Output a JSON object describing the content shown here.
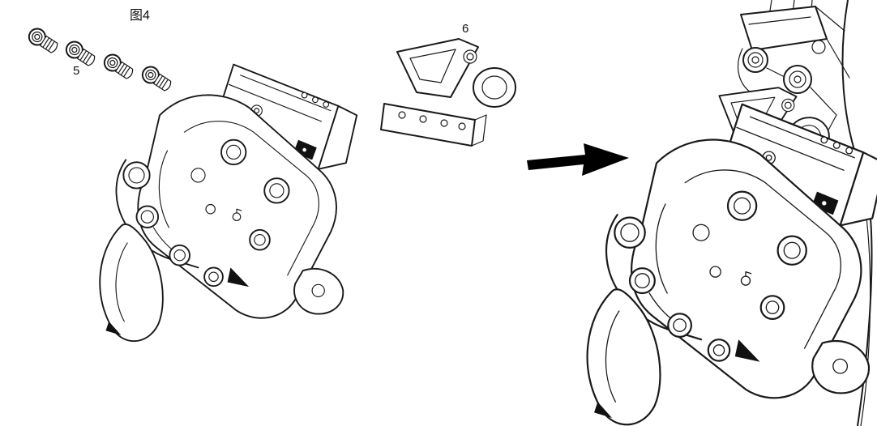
{
  "figure": {
    "title": "图4"
  },
  "labels": {
    "screws": "5",
    "bracket": "6"
  },
  "icons": {
    "assembly_arrow": "right-arrow",
    "screws": "socket-head-screw",
    "bracket": "clamp-bracket",
    "gripper": "robot-gripper"
  },
  "colors": {
    "line": "#1a1a1a",
    "background": "#ffffff",
    "arrow_fill": "#000000",
    "shade_fill": "#111111"
  }
}
